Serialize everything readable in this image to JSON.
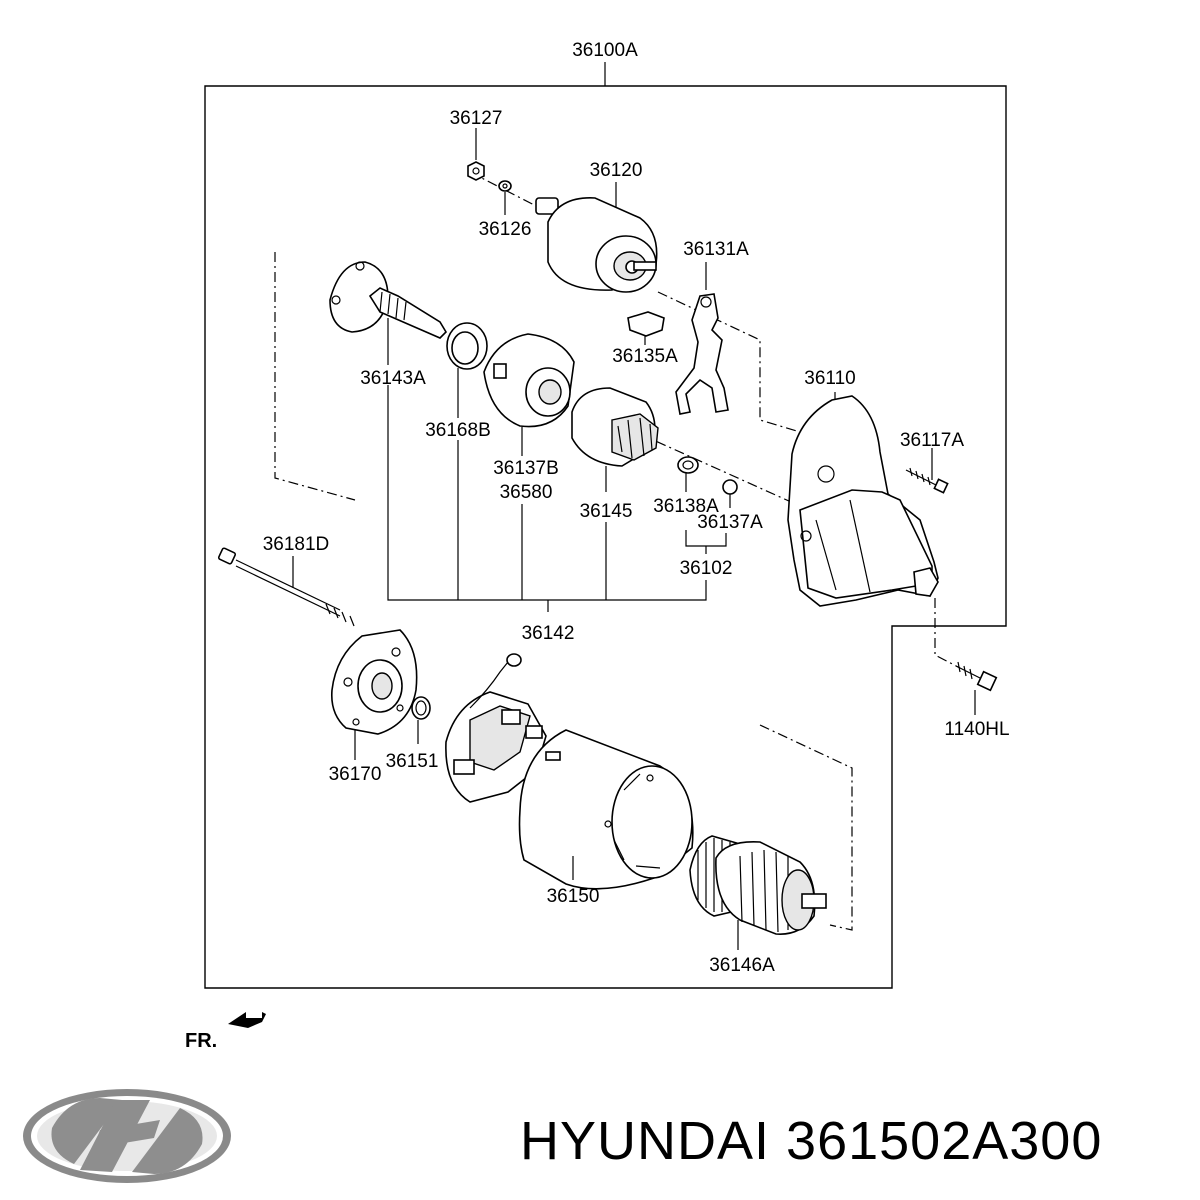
{
  "diagram": {
    "part_labels": {
      "assembly": "36100A",
      "p36127": "36127",
      "p36126": "36126",
      "p36120": "36120",
      "p36131A": "36131A",
      "p36135A": "36135A",
      "p36143A": "36143A",
      "p36168B": "36168B",
      "p36137B": "36137B",
      "p36580": "36580",
      "p36145": "36145",
      "p36138A": "36138A",
      "p36137A": "36137A",
      "p36102": "36102",
      "p36142": "36142",
      "p36110": "36110",
      "p36117A": "36117A",
      "p36181D": "36181D",
      "p36170": "36170",
      "p36151": "36151",
      "p36150": "36150",
      "p36146A": "36146A",
      "p1140HL": "1140HL"
    },
    "front_indicator": "FR."
  },
  "footer": {
    "brand": "HYUNDAI",
    "part_number": "361502A300",
    "logo_icon": "hyundai-logo-icon"
  }
}
